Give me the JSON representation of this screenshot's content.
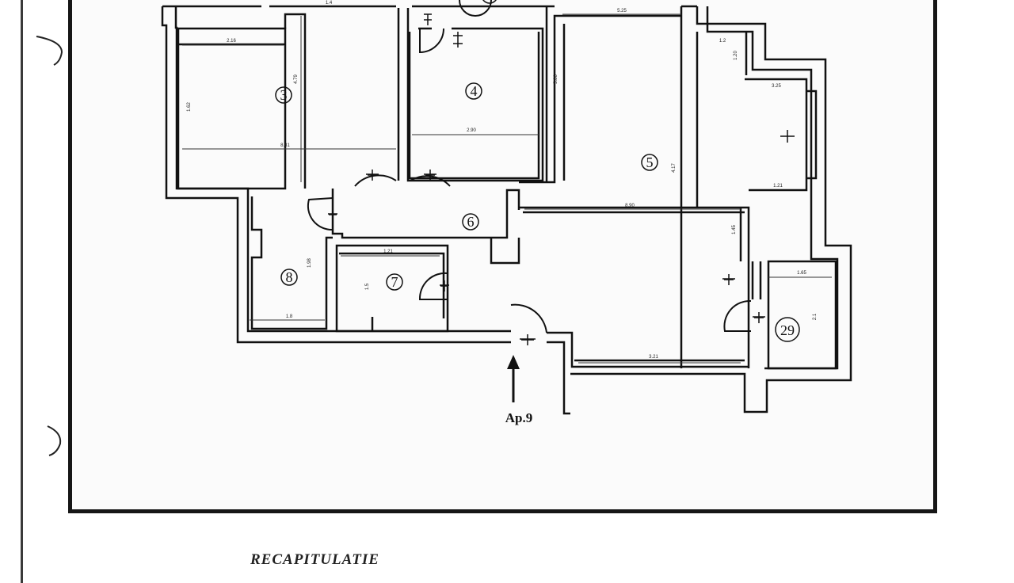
{
  "rooms": [
    {
      "id": "3",
      "label": "3"
    },
    {
      "id": "4",
      "label": "4"
    },
    {
      "id": "5",
      "label": "5"
    },
    {
      "id": "6",
      "label": "6"
    },
    {
      "id": "7",
      "label": "7"
    },
    {
      "id": "8",
      "label": "8"
    },
    {
      "id": "29",
      "label": "29"
    }
  ],
  "dimensions": {
    "r3_top": "2.16",
    "r3_mid": "8.81",
    "r3_side": "1.62",
    "r3_h": "4.79",
    "r4_w": "2.90",
    "r5_top": "5.25",
    "r5_left": "5.86",
    "r5_h": "4.17",
    "r5_bottom": "8.90",
    "r5_corner_a": "1.2",
    "r5_corner_b": "1.20",
    "r5_right_top": "3.25",
    "r5_right_bot": "1.21",
    "r5_small_v": "1.45",
    "r6_r7": "1.21",
    "r7_h": "1.5",
    "r8_h": "1.98",
    "r8_w": "1.8",
    "hall_bottom": "3.21",
    "r29_w": "1.65",
    "r29_h": "2.1",
    "top_mid": "1.4"
  },
  "entry_label": "Ap.9",
  "recap_title": "RECAPITULATIE"
}
